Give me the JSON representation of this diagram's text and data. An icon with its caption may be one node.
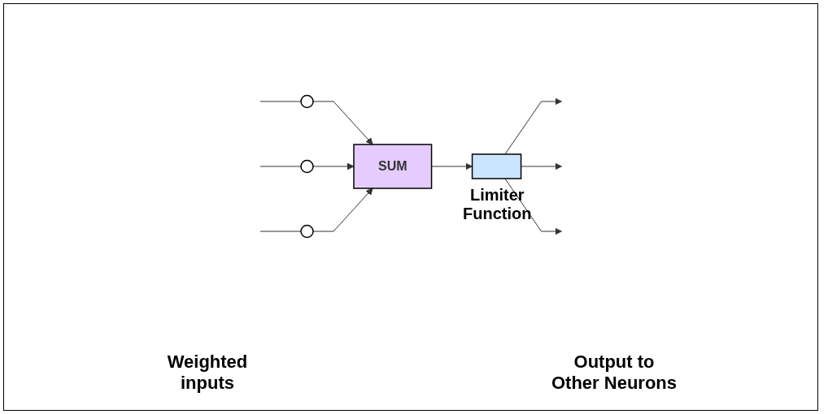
{
  "diagram": {
    "nodes": [
      {
        "text": [],
        "shape": "circle"
      },
      {
        "text": [],
        "shape": "circle"
      },
      {
        "text": [],
        "shape": "circle"
      },
      {
        "text": [
          "SUM"
        ]
      },
      {
        "text": [],
        "shape": "picture",
        "beside": [
          "Limiter Function"
        ]
      }
    ],
    "edges": [
      {
        "from": null,
        "to": 0,
        "arrow": "none"
      },
      {
        "from": 0,
        "to": 3,
        "arrow": "to"
      },
      {
        "from": null,
        "to": 1,
        "arrow": "none"
      },
      {
        "from": 1,
        "to": 3,
        "arrow": "to"
      },
      {
        "from": null,
        "to": 2,
        "arrow": "none"
      },
      {
        "from": 2,
        "to": 3,
        "arrow": "to"
      },
      {
        "from": 3,
        "to": 4,
        "arrow": "to"
      },
      {
        "from": 4,
        "to": null,
        "arrow": "to"
      },
      {
        "from": 4,
        "to": null,
        "arrow": "to"
      },
      {
        "from": 4,
        "to": null,
        "arrow": "to"
      }
    ],
    "labels": [
      "Weighted inputs",
      "Output to Other Neurons"
    ]
  }
}
